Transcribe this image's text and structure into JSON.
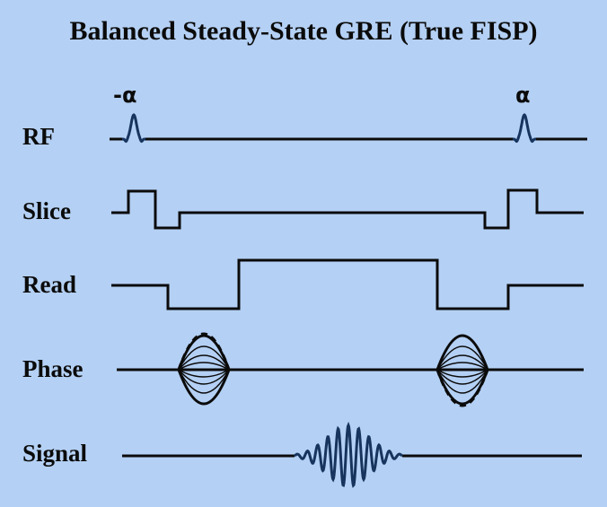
{
  "title": "Balanced Steady-State GRE (True FISP)",
  "rows": {
    "rf": "RF",
    "slice": "Slice",
    "read": "Read",
    "phase": "Phase",
    "signal": "Signal"
  },
  "flip_angles": {
    "first": "-α",
    "second": "α"
  },
  "colors": {
    "background": "#b4d0f4",
    "line": "#0b0b0b",
    "pulse": "#17345e"
  }
}
